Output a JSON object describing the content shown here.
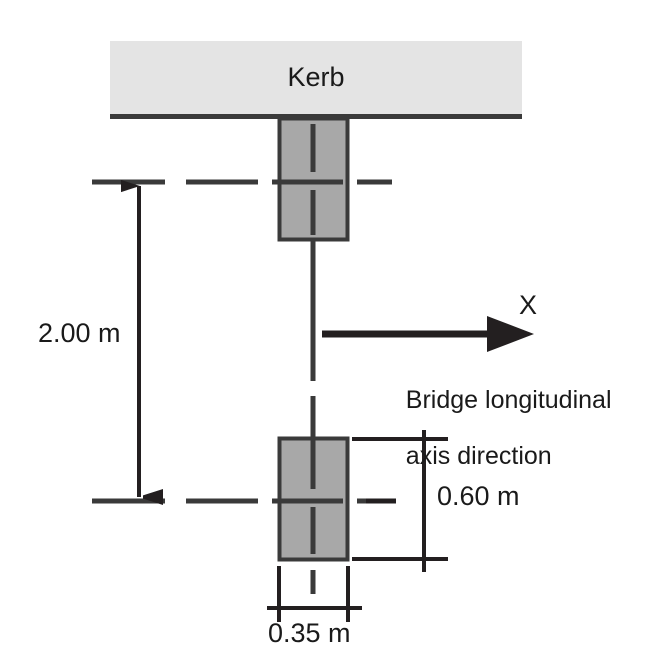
{
  "figure": {
    "type": "engineering-drawing",
    "title_visible": false,
    "background_color": "#ffffff",
    "line_color": "#231f20",
    "kerb_fill": "#e4e4e4",
    "post_fill": "#a8a8a8"
  },
  "labels": {
    "kerb": "Kerb",
    "vertical_dimension": "2.00 m",
    "axis_symbol": "X",
    "axis_caption_line1": "Bridge longitudinal",
    "axis_caption_line2": "axis direction",
    "post_height_dimension": "0.60 m",
    "post_width_dimension": "0.35 m"
  },
  "dimensions": {
    "spacing_between_posts": "2.00 m",
    "post_depth": "0.60 m",
    "post_width": "0.35 m",
    "units": "m"
  },
  "elements": {
    "kerb_label": "Kerb",
    "upper_post_label": "upper post",
    "lower_post_label": "lower post",
    "axis_arrow_label": "X axis arrow",
    "spacing_arrow_label": "2.00 m spacing arrow"
  }
}
